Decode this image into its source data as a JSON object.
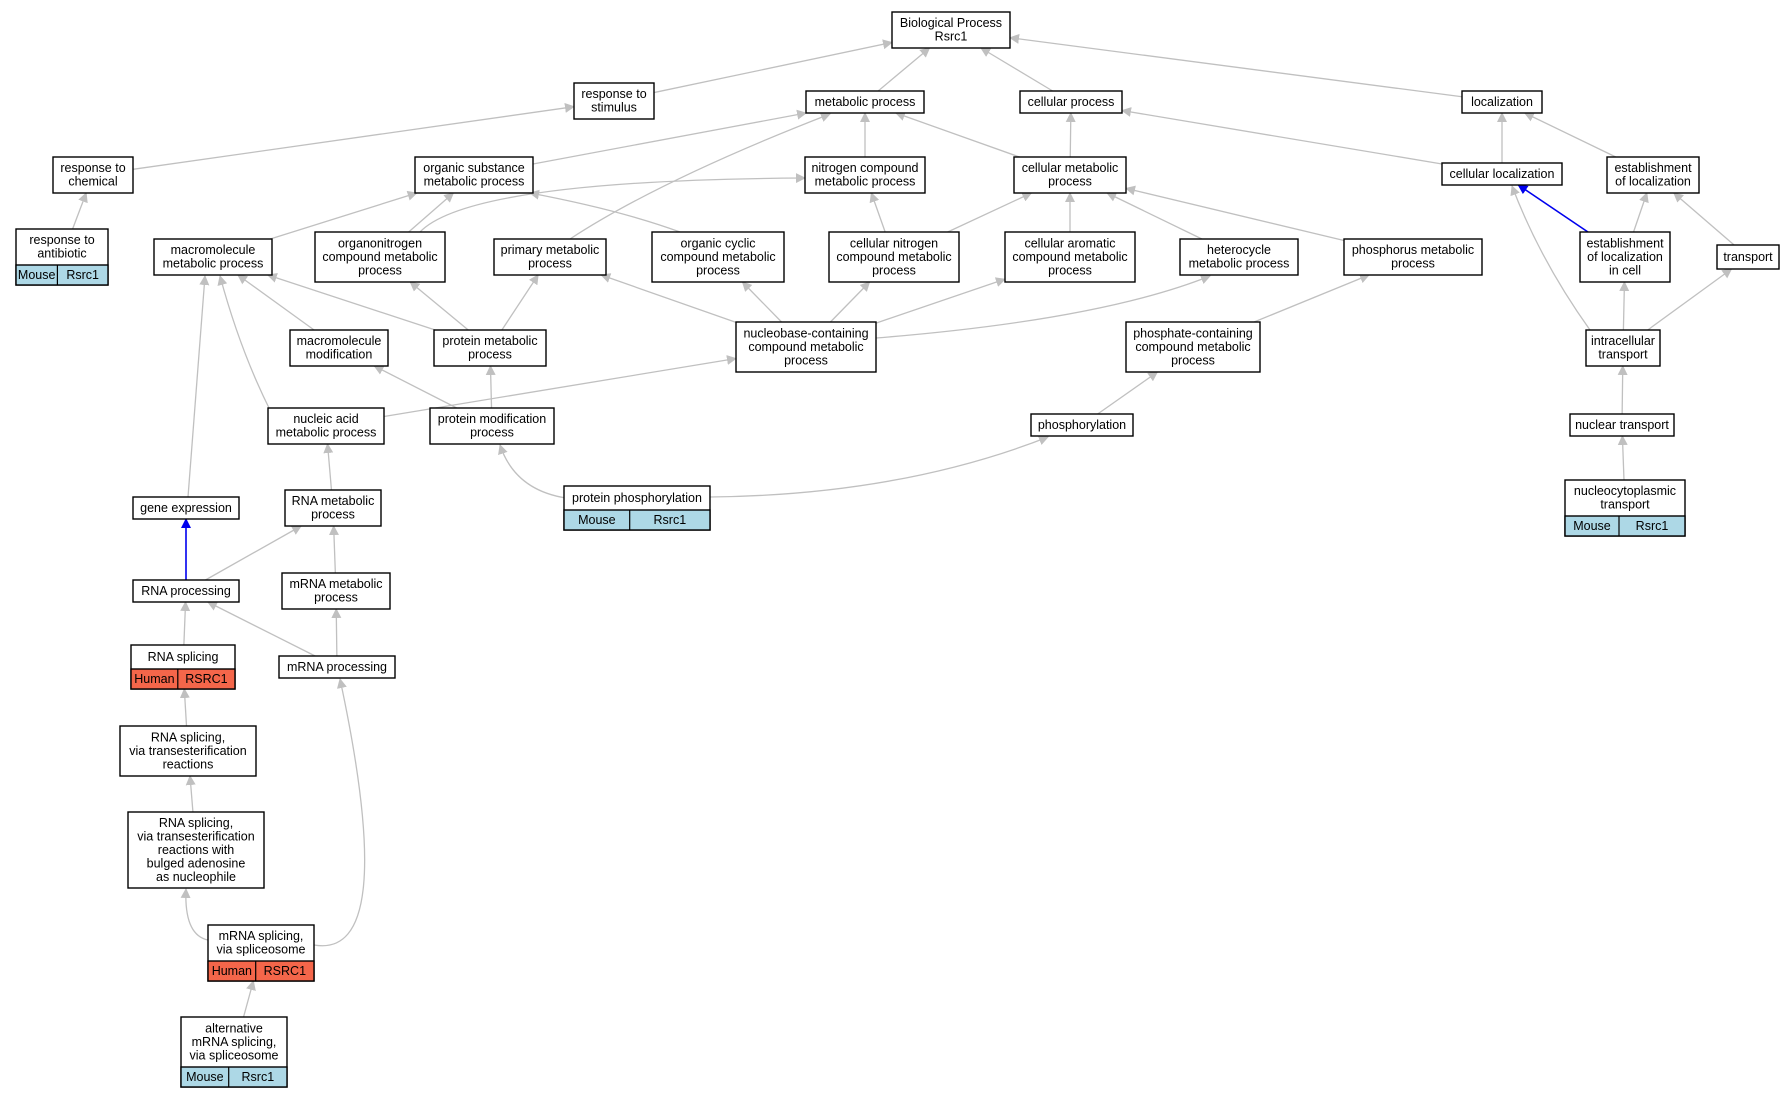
{
  "colors": {
    "edge": "#c0c0c0",
    "highlight_edge": "#0000ee",
    "mouse": "#add8e6",
    "human": "#f4664a",
    "node_border": "#000000"
  },
  "title_lines": [
    "Biological Process",
    "Rsrc1"
  ],
  "nodes": [
    {
      "id": "root",
      "lines": [
        "Biological Process",
        "Rsrc1"
      ]
    },
    {
      "id": "response_to_stimulus",
      "lines": [
        "response to",
        "stimulus"
      ]
    },
    {
      "id": "metabolic_process",
      "lines": [
        "metabolic process"
      ]
    },
    {
      "id": "cellular_process",
      "lines": [
        "cellular process"
      ]
    },
    {
      "id": "localization",
      "lines": [
        "localization"
      ]
    },
    {
      "id": "response_to_chemical",
      "lines": [
        "response to",
        "chemical"
      ]
    },
    {
      "id": "organic_substance_metabolic_process",
      "lines": [
        "organic substance",
        "metabolic process"
      ]
    },
    {
      "id": "nitrogen_compound_metabolic_process",
      "lines": [
        "nitrogen compound",
        "metabolic process"
      ]
    },
    {
      "id": "cellular_metabolic_process",
      "lines": [
        "cellular metabolic",
        "process"
      ]
    },
    {
      "id": "cellular_localization",
      "lines": [
        "cellular localization"
      ]
    },
    {
      "id": "establishment_of_localization",
      "lines": [
        "establishment",
        "of localization"
      ]
    },
    {
      "id": "response_to_antibiotic",
      "lines": [
        "response to",
        "antibiotic"
      ],
      "species": [
        "Mouse",
        "Rsrc1"
      ],
      "kind": "mouse"
    },
    {
      "id": "macromolecule_metabolic_process",
      "lines": [
        "macromolecule",
        "metabolic process"
      ]
    },
    {
      "id": "organonitrogen_compound_metabolic_process",
      "lines": [
        "organonitrogen",
        "compound metabolic",
        "process"
      ]
    },
    {
      "id": "primary_metabolic_process",
      "lines": [
        "primary metabolic",
        "process"
      ]
    },
    {
      "id": "organic_cyclic_compound_metabolic_process",
      "lines": [
        "organic cyclic",
        "compound metabolic",
        "process"
      ]
    },
    {
      "id": "cellular_nitrogen_compound_metabolic_process",
      "lines": [
        "cellular nitrogen",
        "compound metabolic",
        "process"
      ]
    },
    {
      "id": "cellular_aromatic_compound_metabolic_process",
      "lines": [
        "cellular aromatic",
        "compound metabolic",
        "process"
      ]
    },
    {
      "id": "heterocycle_metabolic_process",
      "lines": [
        "heterocycle",
        "metabolic process"
      ]
    },
    {
      "id": "phosphorus_metabolic_process",
      "lines": [
        "phosphorus metabolic",
        "process"
      ]
    },
    {
      "id": "establishment_of_localization_in_cell",
      "lines": [
        "establishment",
        "of localization",
        "in cell"
      ]
    },
    {
      "id": "transport",
      "lines": [
        "transport"
      ]
    },
    {
      "id": "macromolecule_modification",
      "lines": [
        "macromolecule",
        "modification"
      ]
    },
    {
      "id": "protein_metabolic_process",
      "lines": [
        "protein metabolic",
        "process"
      ]
    },
    {
      "id": "nucleobase_containing_compound_metabolic_process",
      "lines": [
        "nucleobase-containing",
        "compound metabolic",
        "process"
      ]
    },
    {
      "id": "phosphate_containing_compound_metabolic_process",
      "lines": [
        "phosphate-containing",
        "compound metabolic",
        "process"
      ]
    },
    {
      "id": "intracellular_transport",
      "lines": [
        "intracellular",
        "transport"
      ]
    },
    {
      "id": "nucleic_acid_metabolic_process",
      "lines": [
        "nucleic acid",
        "metabolic process"
      ]
    },
    {
      "id": "protein_modification_process",
      "lines": [
        "protein modification",
        "process"
      ]
    },
    {
      "id": "phosphorylation",
      "lines": [
        "phosphorylation"
      ]
    },
    {
      "id": "nuclear_transport",
      "lines": [
        "nuclear transport"
      ]
    },
    {
      "id": "gene_expression",
      "lines": [
        "gene expression"
      ]
    },
    {
      "id": "rna_metabolic_process",
      "lines": [
        "RNA metabolic",
        "process"
      ]
    },
    {
      "id": "protein_phosphorylation",
      "lines": [
        "protein phosphorylation"
      ],
      "species": [
        "Mouse",
        "Rsrc1"
      ],
      "kind": "mouse"
    },
    {
      "id": "nucleocytoplasmic_transport",
      "lines": [
        "nucleocytoplasmic",
        "transport"
      ],
      "species": [
        "Mouse",
        "Rsrc1"
      ],
      "kind": "mouse"
    },
    {
      "id": "rna_processing",
      "lines": [
        "RNA processing"
      ]
    },
    {
      "id": "mrna_metabolic_process",
      "lines": [
        "mRNA metabolic",
        "process"
      ]
    },
    {
      "id": "rna_splicing",
      "lines": [
        "RNA splicing"
      ],
      "species": [
        "Human",
        "RSRC1"
      ],
      "kind": "human"
    },
    {
      "id": "mrna_processing",
      "lines": [
        "mRNA processing"
      ]
    },
    {
      "id": "rna_splicing_transesterification",
      "lines": [
        "RNA splicing,",
        "via transesterification",
        "reactions"
      ]
    },
    {
      "id": "rna_splicing_bulged_adenosine",
      "lines": [
        "RNA splicing,",
        "via transesterification",
        "reactions with",
        "bulged adenosine",
        "as nucleophile"
      ]
    },
    {
      "id": "mrna_splicing_via_spliceosome",
      "lines": [
        "mRNA splicing,",
        "via spliceosome"
      ],
      "species": [
        "Human",
        "RSRC1"
      ],
      "kind": "human"
    },
    {
      "id": "alternative_mrna_splicing",
      "lines": [
        "alternative",
        "mRNA splicing,",
        "via spliceosome"
      ],
      "species": [
        "Mouse",
        "Rsrc1"
      ],
      "kind": "mouse"
    }
  ],
  "edges": [
    {
      "from": "response_to_stimulus",
      "to": "root"
    },
    {
      "from": "metabolic_process",
      "to": "root"
    },
    {
      "from": "cellular_process",
      "to": "root"
    },
    {
      "from": "localization",
      "to": "root"
    },
    {
      "from": "response_to_chemical",
      "to": "response_to_stimulus"
    },
    {
      "from": "response_to_antibiotic",
      "to": "response_to_chemical"
    },
    {
      "from": "organic_substance_metabolic_process",
      "to": "metabolic_process"
    },
    {
      "from": "nitrogen_compound_metabolic_process",
      "to": "metabolic_process"
    },
    {
      "from": "cellular_metabolic_process",
      "to": "metabolic_process"
    },
    {
      "from": "cellular_metabolic_process",
      "to": "cellular_process"
    },
    {
      "from": "cellular_localization",
      "to": "cellular_process"
    },
    {
      "from": "cellular_localization",
      "to": "localization"
    },
    {
      "from": "establishment_of_localization",
      "to": "localization"
    },
    {
      "from": "macromolecule_metabolic_process",
      "to": "organic_substance_metabolic_process"
    },
    {
      "from": "organonitrogen_compound_metabolic_process",
      "to": "organic_substance_metabolic_process"
    },
    {
      "from": "organonitrogen_compound_metabolic_process",
      "to": "nitrogen_compound_metabolic_process"
    },
    {
      "from": "primary_metabolic_process",
      "to": "metabolic_process"
    },
    {
      "from": "organic_cyclic_compound_metabolic_process",
      "to": "organic_substance_metabolic_process"
    },
    {
      "from": "cellular_nitrogen_compound_metabolic_process",
      "to": "nitrogen_compound_metabolic_process"
    },
    {
      "from": "cellular_nitrogen_compound_metabolic_process",
      "to": "cellular_metabolic_process"
    },
    {
      "from": "cellular_aromatic_compound_metabolic_process",
      "to": "cellular_metabolic_process"
    },
    {
      "from": "heterocycle_metabolic_process",
      "to": "cellular_metabolic_process"
    },
    {
      "from": "phosphorus_metabolic_process",
      "to": "cellular_metabolic_process"
    },
    {
      "from": "establishment_of_localization_in_cell",
      "to": "establishment_of_localization"
    },
    {
      "from": "establishment_of_localization_in_cell",
      "to": "cellular_localization",
      "highlight": true
    },
    {
      "from": "transport",
      "to": "establishment_of_localization"
    },
    {
      "from": "macromolecule_modification",
      "to": "macromolecule_metabolic_process"
    },
    {
      "from": "protein_metabolic_process",
      "to": "macromolecule_metabolic_process"
    },
    {
      "from": "protein_metabolic_process",
      "to": "organonitrogen_compound_metabolic_process"
    },
    {
      "from": "protein_metabolic_process",
      "to": "primary_metabolic_process"
    },
    {
      "from": "nucleobase_containing_compound_metabolic_process",
      "to": "primary_metabolic_process"
    },
    {
      "from": "nucleobase_containing_compound_metabolic_process",
      "to": "organic_cyclic_compound_metabolic_process"
    },
    {
      "from": "nucleobase_containing_compound_metabolic_process",
      "to": "cellular_nitrogen_compound_metabolic_process"
    },
    {
      "from": "nucleobase_containing_compound_metabolic_process",
      "to": "cellular_aromatic_compound_metabolic_process"
    },
    {
      "from": "nucleobase_containing_compound_metabolic_process",
      "to": "heterocycle_metabolic_process"
    },
    {
      "from": "phosphate_containing_compound_metabolic_process",
      "to": "phosphorus_metabolic_process"
    },
    {
      "from": "intracellular_transport",
      "to": "establishment_of_localization_in_cell"
    },
    {
      "from": "intracellular_transport",
      "to": "transport"
    },
    {
      "from": "intracellular_transport",
      "to": "cellular_localization"
    },
    {
      "from": "nucleic_acid_metabolic_process",
      "to": "macromolecule_metabolic_process"
    },
    {
      "from": "nucleic_acid_metabolic_process",
      "to": "nucleobase_containing_compound_metabolic_process"
    },
    {
      "from": "protein_modification_process",
      "to": "protein_metabolic_process"
    },
    {
      "from": "protein_modification_process",
      "to": "macromolecule_modification"
    },
    {
      "from": "phosphorylation",
      "to": "phosphate_containing_compound_metabolic_process"
    },
    {
      "from": "nuclear_transport",
      "to": "intracellular_transport"
    },
    {
      "from": "gene_expression",
      "to": "macromolecule_metabolic_process"
    },
    {
      "from": "rna_metabolic_process",
      "to": "nucleic_acid_metabolic_process"
    },
    {
      "from": "protein_phosphorylation",
      "to": "protein_modification_process"
    },
    {
      "from": "protein_phosphorylation",
      "to": "phosphorylation"
    },
    {
      "from": "nucleocytoplasmic_transport",
      "to": "nuclear_transport"
    },
    {
      "from": "rna_processing",
      "to": "gene_expression",
      "highlight": true
    },
    {
      "from": "rna_processing",
      "to": "rna_metabolic_process"
    },
    {
      "from": "mrna_metabolic_process",
      "to": "rna_metabolic_process"
    },
    {
      "from": "rna_splicing",
      "to": "rna_processing"
    },
    {
      "from": "mrna_processing",
      "to": "rna_processing"
    },
    {
      "from": "mrna_processing",
      "to": "mrna_metabolic_process"
    },
    {
      "from": "rna_splicing_transesterification",
      "to": "rna_splicing"
    },
    {
      "from": "rna_splicing_bulged_adenosine",
      "to": "rna_splicing_transesterification"
    },
    {
      "from": "mrna_splicing_via_spliceosome",
      "to": "rna_splicing_bulged_adenosine"
    },
    {
      "from": "mrna_splicing_via_spliceosome",
      "to": "mrna_processing"
    },
    {
      "from": "alternative_mrna_splicing",
      "to": "mrna_splicing_via_spliceosome"
    }
  ]
}
